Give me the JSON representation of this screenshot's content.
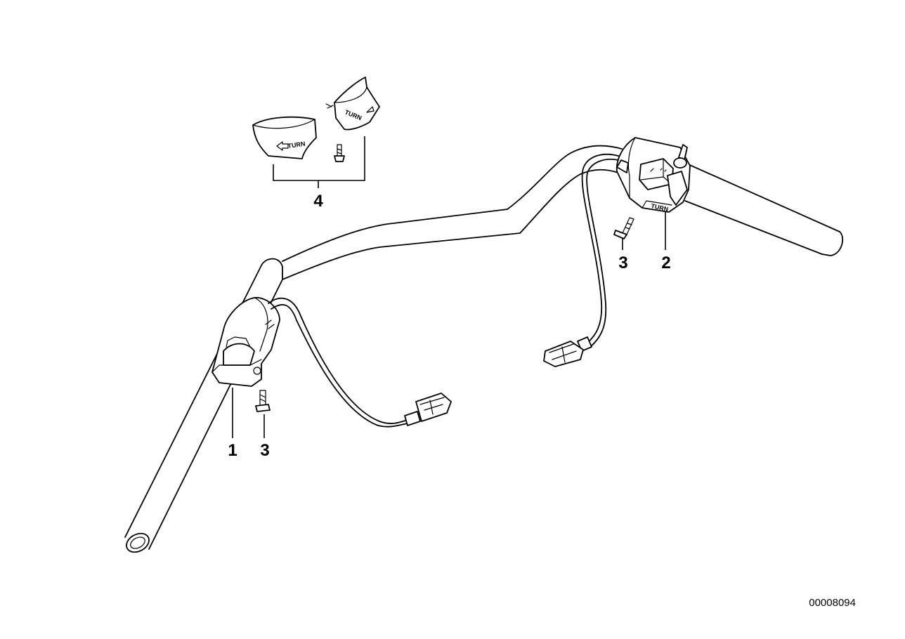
{
  "callouts": {
    "left_switch": "1",
    "right_switch": "2",
    "screw_right": "3",
    "screw_left": "3",
    "cap_set": "4"
  },
  "drawing_number": "00008094",
  "stamps": {
    "cap_left": "TURN",
    "cap_right": "TURN"
  }
}
